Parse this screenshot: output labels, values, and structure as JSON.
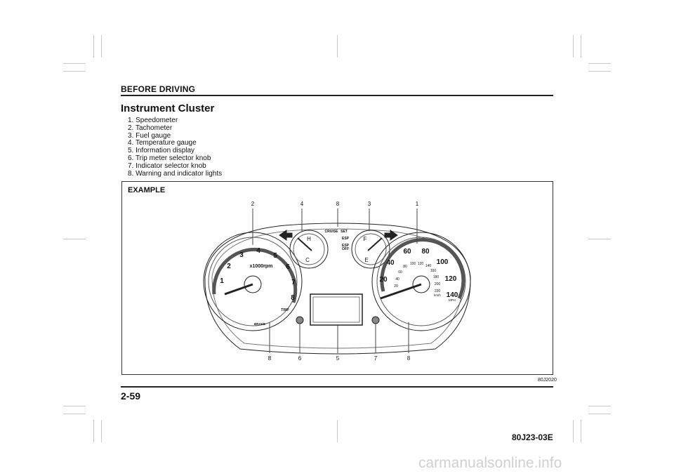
{
  "header": {
    "section": "BEFORE DRIVING"
  },
  "title": "Instrument Cluster",
  "items": [
    "1. Speedometer",
    "2. Tachometer",
    "3. Fuel gauge",
    "4. Temperature gauge",
    "5. Information display",
    "6. Trip meter selector knob",
    "7. Indicator selector knob",
    "8. Warning and indicator lights"
  ],
  "figure": {
    "label": "EXAMPLE",
    "code": "80J2020",
    "callouts_top": [
      "2",
      "4",
      "8",
      "3",
      "1"
    ],
    "callouts_bottom": [
      "8",
      "6",
      "5",
      "7",
      "8"
    ],
    "tacho": {
      "unit": "x1000rpm",
      "ticks": [
        "1",
        "2",
        "3",
        "4",
        "5",
        "6",
        "7",
        "8"
      ],
      "trip": "TRIP",
      "brake": "BRAKE"
    },
    "temp": {
      "hot": "H",
      "cold": "C"
    },
    "fuel": {
      "full": "F",
      "empty": "E"
    },
    "center": {
      "cruise": "CRUISE",
      "set": "SET",
      "esp": "ESP",
      "esp_off_1": "ESP",
      "esp_off_2": "OFF"
    },
    "speedo": {
      "mph": [
        "20",
        "40",
        "60",
        "80",
        "100",
        "120",
        "140"
      ],
      "kmh": [
        "20",
        "40",
        "60",
        "80",
        "100",
        "120",
        "140",
        "160",
        "180",
        "200",
        "220"
      ],
      "unit_kmh": "km/h",
      "unit_mph": "MPH"
    }
  },
  "footer": {
    "page": "2-59",
    "doc": "80J23-03E"
  },
  "watermark": "carmanualsonline.info",
  "colors": {
    "text": "#111111",
    "crop_marks": "#c8c8c8",
    "watermark": "#d0d0d0"
  }
}
